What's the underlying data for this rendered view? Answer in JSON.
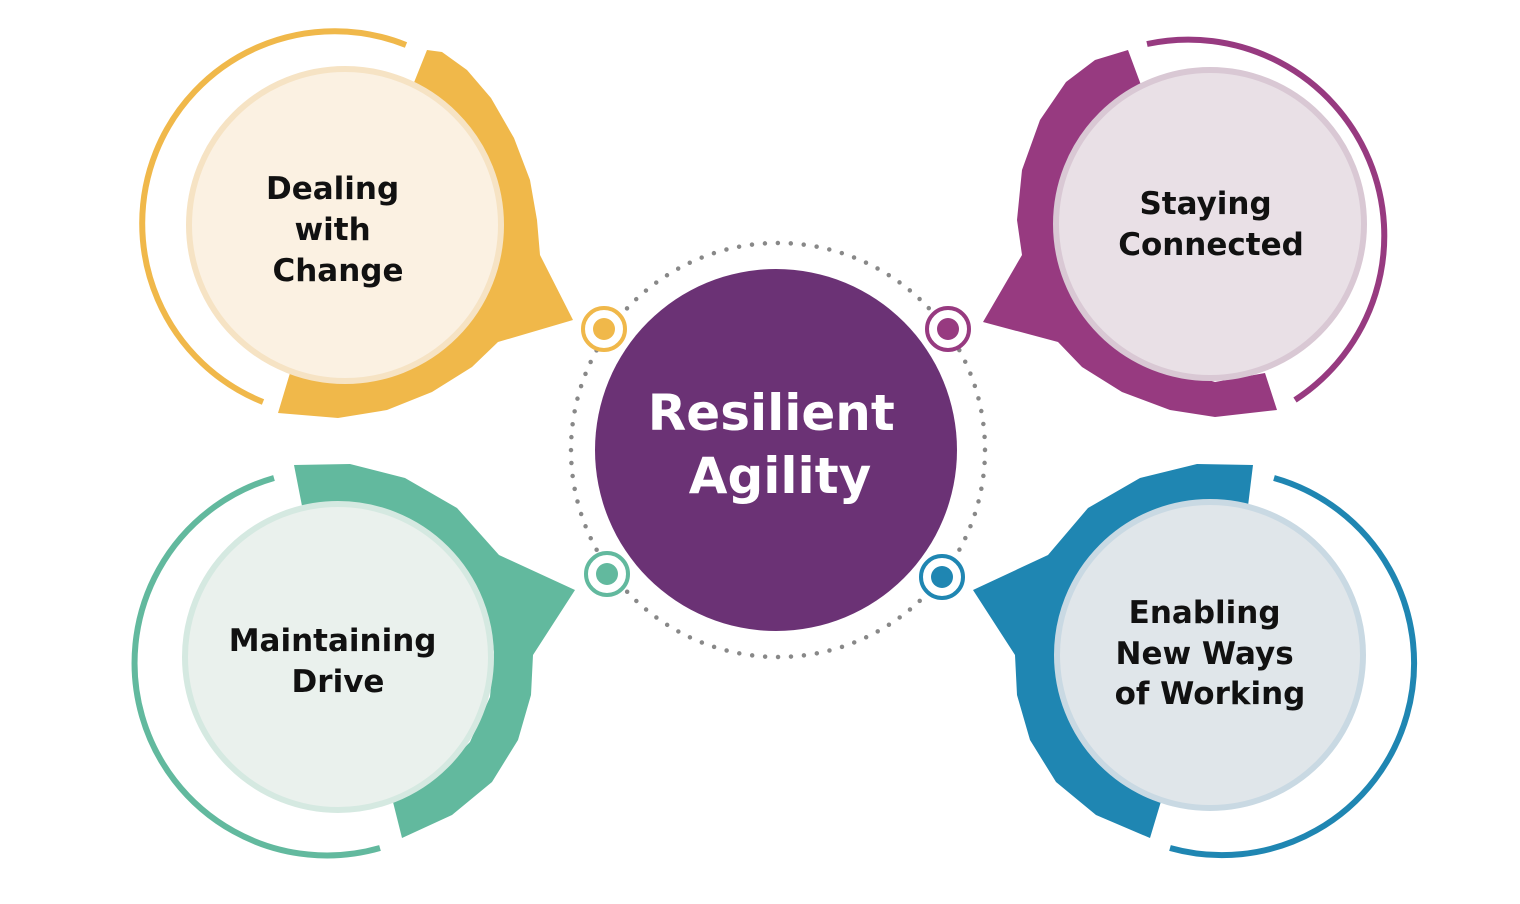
{
  "center": {
    "lines": [
      "Resilient",
      "Agility"
    ],
    "color": "#6b3275"
  },
  "nodes": [
    {
      "id": "dealing-with-change",
      "lines": [
        "Dealing",
        "with",
        "Change"
      ],
      "accent": "#f0b84a",
      "fill": "#fbf1e2",
      "inner_ring": "#f6e3c4"
    },
    {
      "id": "staying-connected",
      "lines": [
        "Staying",
        "Connected"
      ],
      "accent": "#973a80",
      "fill": "#e9e0e6",
      "inner_ring": "#d9c8d4"
    },
    {
      "id": "maintaining-drive",
      "lines": [
        "Maintaining",
        "Drive"
      ],
      "accent": "#62b99e",
      "fill": "#eaf1ed",
      "inner_ring": "#d5e9e1"
    },
    {
      "id": "enabling-new-ways-of-working",
      "lines": [
        "Enabling",
        "New Ways",
        "of Working"
      ],
      "accent": "#1f86b2",
      "fill": "#e0e6ea",
      "inner_ring": "#c9d9e3"
    }
  ],
  "connector_color": "#888888"
}
